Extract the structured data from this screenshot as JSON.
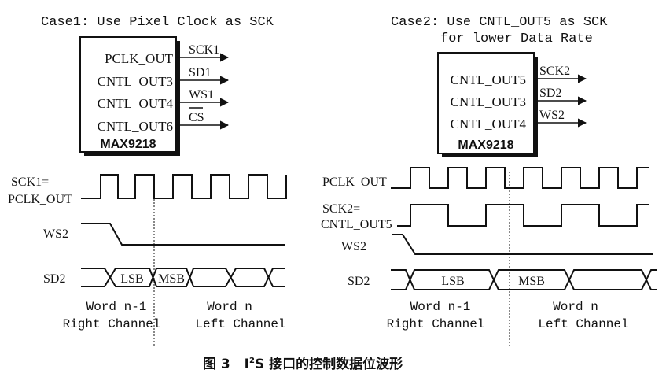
{
  "case1": {
    "title": "Case1: Use Pixel Clock as SCK",
    "chip": {
      "pins": [
        "PCLK_OUT",
        "CNTL_OUT3",
        "CNTL_OUT4",
        "CNTL_OUT6"
      ],
      "signals": [
        "SCK1",
        "SD1",
        "WS1",
        "CS"
      ],
      "name": "MAX9218"
    },
    "waves": {
      "sck_label_1": "SCK1=",
      "sck_label_2": "PCLK_OUT",
      "ws_label": "WS2",
      "sd_label": "SD2",
      "lsb": "LSB",
      "msb": "MSB"
    },
    "words": {
      "left_1": "Word n-1",
      "left_2": "Right Channel",
      "right_1": "Word n",
      "right_2": "Left Channel"
    }
  },
  "case2": {
    "title_1": "Case2: Use CNTL_OUT5 as SCK",
    "title_2": "for lower Data Rate",
    "chip": {
      "pins": [
        "CNTL_OUT5",
        "CNTL_OUT3",
        "CNTL_OUT4"
      ],
      "signals": [
        "SCK2",
        "SD2",
        "WS2"
      ],
      "name": "MAX9218"
    },
    "waves": {
      "pclk_label": "PCLK_OUT",
      "sck_label_1": "SCK2=",
      "sck_label_2": "CNTL_OUT5",
      "ws_label": "WS2",
      "sd_label": "SD2",
      "lsb": "LSB",
      "msb": "MSB"
    },
    "words": {
      "left_1": "Word n-1",
      "left_2": "Right Channel",
      "right_1": "Word n",
      "right_2": "Left Channel"
    }
  },
  "caption": {
    "prefix": "图 3",
    "i2s": "I",
    "sup": "2",
    "rest": "S 接口的控制数据位波形"
  }
}
